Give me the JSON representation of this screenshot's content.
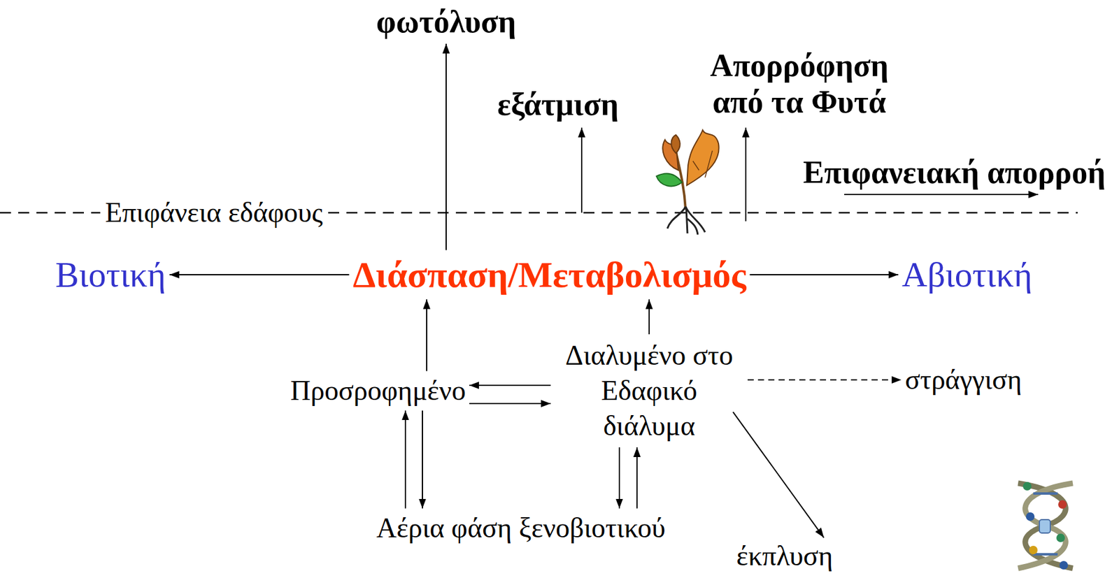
{
  "diagram": {
    "nodes": [
      {
        "text": [
          "φωτόλυση"
        ]
      },
      {
        "text": [
          "εξάτμιση"
        ]
      },
      {
        "text": [
          "Απορρόφηση από τα Φυτά"
        ]
      },
      {
        "text": [
          "Βιοτική"
        ]
      },
      {
        "text": [
          "Διάσπαση/Μεταβολισμός"
        ]
      },
      {
        "text": [
          "Αβιοτική"
        ]
      },
      {
        "text": [
          "Διαλυμένο στο Εδαφικό διάλυμα"
        ]
      },
      {
        "text": [
          "Προσροφημένο"
        ]
      },
      {
        "text": [
          "στράγγιση"
        ]
      },
      {
        "text": [
          "Αέρια φάση ξενοβιοτικού"
        ]
      },
      {
        "text": [
          "έκπλυση"
        ]
      }
    ],
    "edges": [
      {
        "from": 4,
        "to": 0,
        "arrow": "to"
      },
      {
        "from": 4,
        "to": 3,
        "arrow": "to"
      },
      {
        "from": 4,
        "to": 5,
        "arrow": "to"
      },
      {
        "from": 7,
        "to": 4,
        "arrow": "to"
      },
      {
        "from": 6,
        "to": 4,
        "arrow": "to"
      },
      {
        "from": 6,
        "to": 7,
        "arrow": "to"
      },
      {
        "from": 7,
        "to": 6,
        "arrow": "to"
      },
      {
        "from": 9,
        "to": 7,
        "arrow": "to"
      },
      {
        "from": 7,
        "to": 9,
        "arrow": "to"
      },
      {
        "from": 6,
        "to": 9,
        "arrow": "to"
      },
      {
        "from": 9,
        "to": 6,
        "arrow": "to"
      },
      {
        "from": 6,
        "to": 8,
        "arrow": "to"
      },
      {
        "from": 6,
        "to": 10,
        "arrow": "to"
      }
    ],
    "labels": [
      "Επιφάνεια εδάφους",
      "Επιφανειακή απορροή"
    ]
  }
}
